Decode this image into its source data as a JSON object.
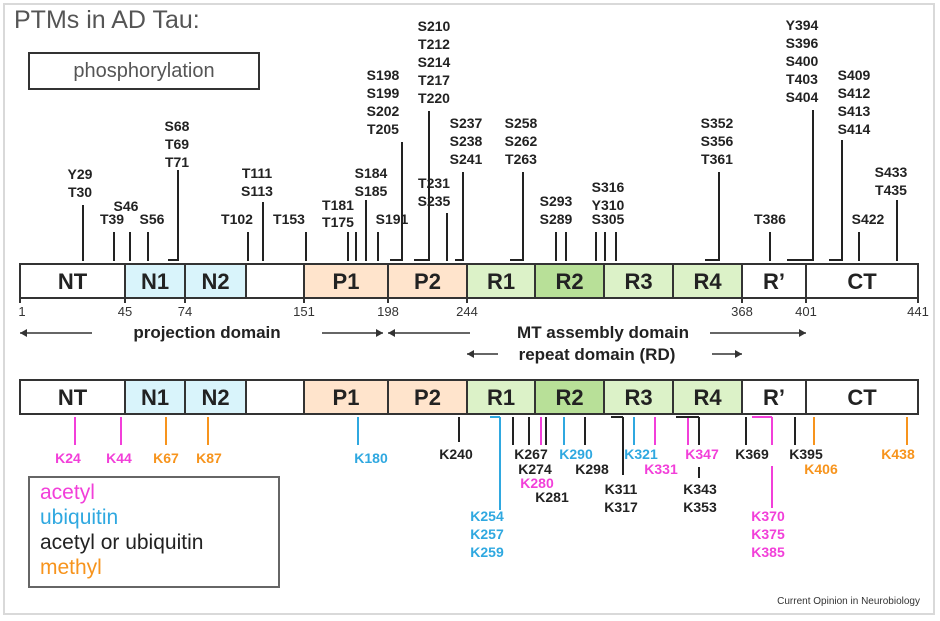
{
  "title": "PTMs in AD Tau:",
  "phosphorylation_label": "phosphorylation",
  "colors": {
    "acetyl": "#f23fd9",
    "ubiquitin": "#2fa8e0",
    "acetyl_or_ubiquitin": "#222222",
    "methyl": "#f7941d",
    "projection_fill": "#ffe4cc",
    "n_fill": "#d9f4fb",
    "repeat_fill": "#dcf2c8",
    "repeat_dark_fill": "#b8e098"
  },
  "domains": [
    {
      "label": "NT",
      "start": 1,
      "end": 45,
      "fill": "#ffffff"
    },
    {
      "label": "N1",
      "start": 45,
      "end": 74,
      "fill": "#d9f4fb"
    },
    {
      "label": "N2",
      "start": 74,
      "end": 103,
      "fill": "#d9f4fb"
    },
    {
      "label": "",
      "start": 103,
      "end": 151,
      "fill": "#ffffff"
    },
    {
      "label": "P1",
      "start": 151,
      "end": 198,
      "fill": "#ffe4cc"
    },
    {
      "label": "P2",
      "start": 198,
      "end": 244,
      "fill": "#ffe4cc"
    },
    {
      "label": "R1",
      "start": 244,
      "end": 275,
      "fill": "#dcf2c8"
    },
    {
      "label": "R2",
      "start": 275,
      "end": 306,
      "fill": "#b8e098"
    },
    {
      "label": "R3",
      "start": 306,
      "end": 337,
      "fill": "#dcf2c8"
    },
    {
      "label": "R4",
      "start": 337,
      "end": 368,
      "fill": "#dcf2c8"
    },
    {
      "label": "R’",
      "start": 368,
      "end": 401,
      "fill": "#ffffff"
    },
    {
      "label": "CT",
      "start": 401,
      "end": 441,
      "fill": "#ffffff"
    }
  ],
  "scale_ticks": [
    "1",
    "45",
    "74",
    "151",
    "198",
    "244",
    "368",
    "401",
    "441"
  ],
  "regions": {
    "projection": "projection domain",
    "mt_assembly": "MT assembly domain",
    "repeat": "repeat domain (RD)"
  },
  "phospho_sites": [
    {
      "labels": [
        "Y29",
        "T30"
      ]
    },
    {
      "labels": [
        "T39"
      ]
    },
    {
      "labels": [
        "S46"
      ]
    },
    {
      "labels": [
        "S56"
      ]
    },
    {
      "labels": [
        "S68",
        "T69",
        "T71"
      ]
    },
    {
      "labels": [
        "T102"
      ]
    },
    {
      "labels": [
        "T111",
        "S113"
      ]
    },
    {
      "labels": [
        "T153"
      ]
    },
    {
      "labels": [
        "T181",
        "T175"
      ]
    },
    {
      "labels": [
        "S184",
        "S185"
      ]
    },
    {
      "labels": [
        "S191"
      ]
    },
    {
      "labels": [
        "S198",
        "S199",
        "S202",
        "T205"
      ]
    },
    {
      "labels": [
        "S210",
        "T212",
        "S214",
        "T217",
        "T220"
      ]
    },
    {
      "labels": [
        "T231",
        "S235"
      ]
    },
    {
      "labels": [
        "S237",
        "S238",
        "S241"
      ]
    },
    {
      "labels": [
        "S258",
        "S262",
        "T263"
      ]
    },
    {
      "labels": [
        "S293",
        "S289"
      ]
    },
    {
      "labels": [
        "S316",
        "Y310",
        "S305"
      ]
    },
    {
      "labels": [
        "S352",
        "S356",
        "T361"
      ]
    },
    {
      "labels": [
        "T386"
      ]
    },
    {
      "labels": [
        "Y394",
        "S396",
        "S400",
        "T403",
        "S404"
      ]
    },
    {
      "labels": [
        "S409",
        "S412",
        "S413",
        "S414"
      ]
    },
    {
      "labels": [
        "S422"
      ]
    },
    {
      "labels": [
        "S433",
        "T435"
      ]
    }
  ],
  "lysine_sites": [
    {
      "labels": [
        "K24"
      ],
      "type": "acetyl"
    },
    {
      "labels": [
        "K44"
      ],
      "type": "acetyl"
    },
    {
      "labels": [
        "K67"
      ],
      "type": "methyl"
    },
    {
      "labels": [
        "K87"
      ],
      "type": "methyl"
    },
    {
      "labels": [
        "K180"
      ],
      "type": "ubiquitin"
    },
    {
      "labels": [
        "K240"
      ],
      "type": "acetyl_or_ubiquitin"
    },
    {
      "labels": [
        "K254",
        "K257",
        "K259"
      ],
      "type": "ubiquitin"
    },
    {
      "labels": [
        "K267"
      ],
      "type": "acetyl_or_ubiquitin"
    },
    {
      "labels": [
        "K274"
      ],
      "type": "acetyl_or_ubiquitin"
    },
    {
      "labels": [
        "K280"
      ],
      "type": "acetyl"
    },
    {
      "labels": [
        "K281"
      ],
      "type": "acetyl_or_ubiquitin"
    },
    {
      "labels": [
        "K290"
      ],
      "type": "ubiquitin"
    },
    {
      "labels": [
        "K298"
      ],
      "type": "acetyl_or_ubiquitin"
    },
    {
      "labels": [
        "K311",
        "K317"
      ],
      "type": "acetyl_or_ubiquitin"
    },
    {
      "labels": [
        "K321"
      ],
      "type": "ubiquitin"
    },
    {
      "labels": [
        "K331"
      ],
      "type": "acetyl"
    },
    {
      "labels": [
        "K347"
      ],
      "type": "acetyl"
    },
    {
      "labels": [
        "K343",
        "K353"
      ],
      "type": "acetyl_or_ubiquitin"
    },
    {
      "labels": [
        "K369"
      ],
      "type": "acetyl_or_ubiquitin"
    },
    {
      "labels": [
        "K370",
        "K375",
        "K385"
      ],
      "type": "acetyl"
    },
    {
      "labels": [
        "K395"
      ],
      "type": "acetyl_or_ubiquitin"
    },
    {
      "labels": [
        "K406"
      ],
      "type": "methyl"
    },
    {
      "labels": [
        "K438"
      ],
      "type": "methyl"
    }
  ],
  "legend": [
    {
      "label": "acetyl",
      "type": "acetyl"
    },
    {
      "label": "ubiquitin",
      "type": "ubiquitin"
    },
    {
      "label": "acetyl or ubiquitin",
      "type": "acetyl_or_ubiquitin"
    },
    {
      "label": "methyl",
      "type": "methyl"
    }
  ],
  "credit": "Current Opinion in Neurobiology"
}
